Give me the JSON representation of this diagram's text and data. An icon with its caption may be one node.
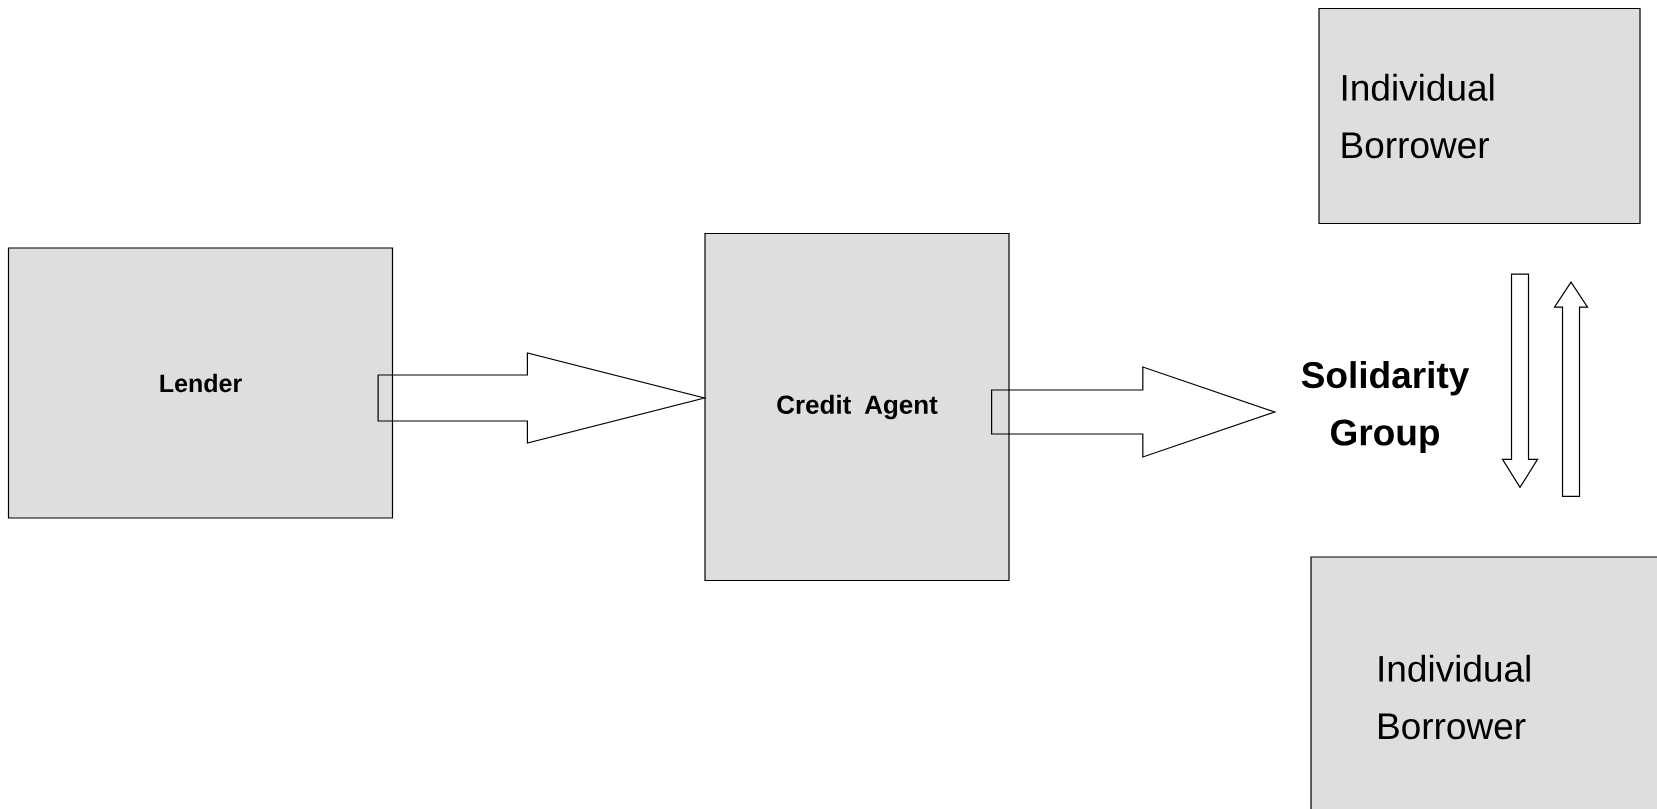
{
  "diagram": {
    "nodes": [
      {
        "text": [
          "Lender"
        ]
      },
      {
        "text": [
          "Credit Agent"
        ]
      },
      {
        "text": [
          "Solidarity Group"
        ]
      },
      {
        "text": [
          "Individual Borrower"
        ]
      },
      {
        "text": [
          "Individual Borrower"
        ]
      }
    ],
    "edges": [
      {
        "from": 0,
        "to": 1,
        "arrow": "to"
      },
      {
        "from": 1,
        "to": 2,
        "arrow": "to"
      },
      {
        "from": 3,
        "to": 4,
        "arrow": "to"
      },
      {
        "from": 4,
        "to": 3,
        "arrow": "to"
      }
    ]
  }
}
